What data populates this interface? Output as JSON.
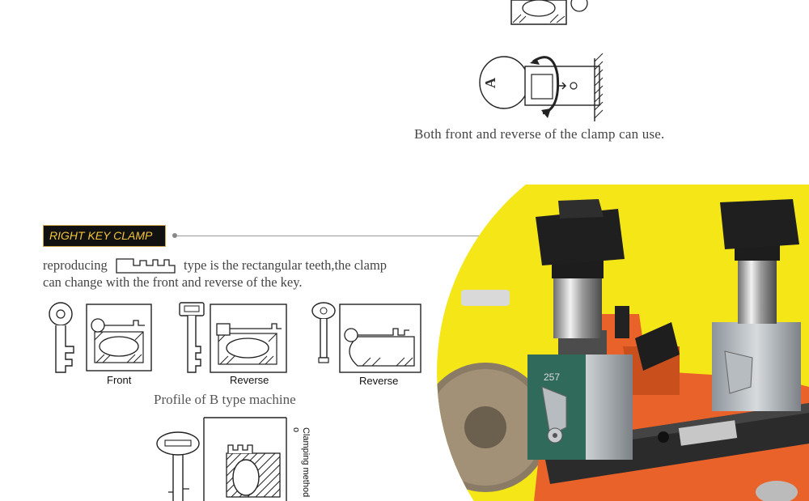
{
  "top_caption": "Both front and reverse of the clamp can use.",
  "top_diagram_letter": "A",
  "badge_label": "RIGHT KEY CLAMP",
  "description": {
    "before": "reproducing",
    "after": "type is the rectangular teeth,the clamp",
    "line2": "can change with the front and reverse of the key."
  },
  "figures": [
    {
      "label": "Front"
    },
    {
      "label": "Reverse"
    },
    {
      "label": "Reverse"
    }
  ],
  "profile_caption": "Profile of B type machine",
  "clamping_label": "Clamping method o",
  "photo": {
    "plate_number": "257",
    "bg_color": "#f5e618",
    "body_color": "#e8622a"
  }
}
